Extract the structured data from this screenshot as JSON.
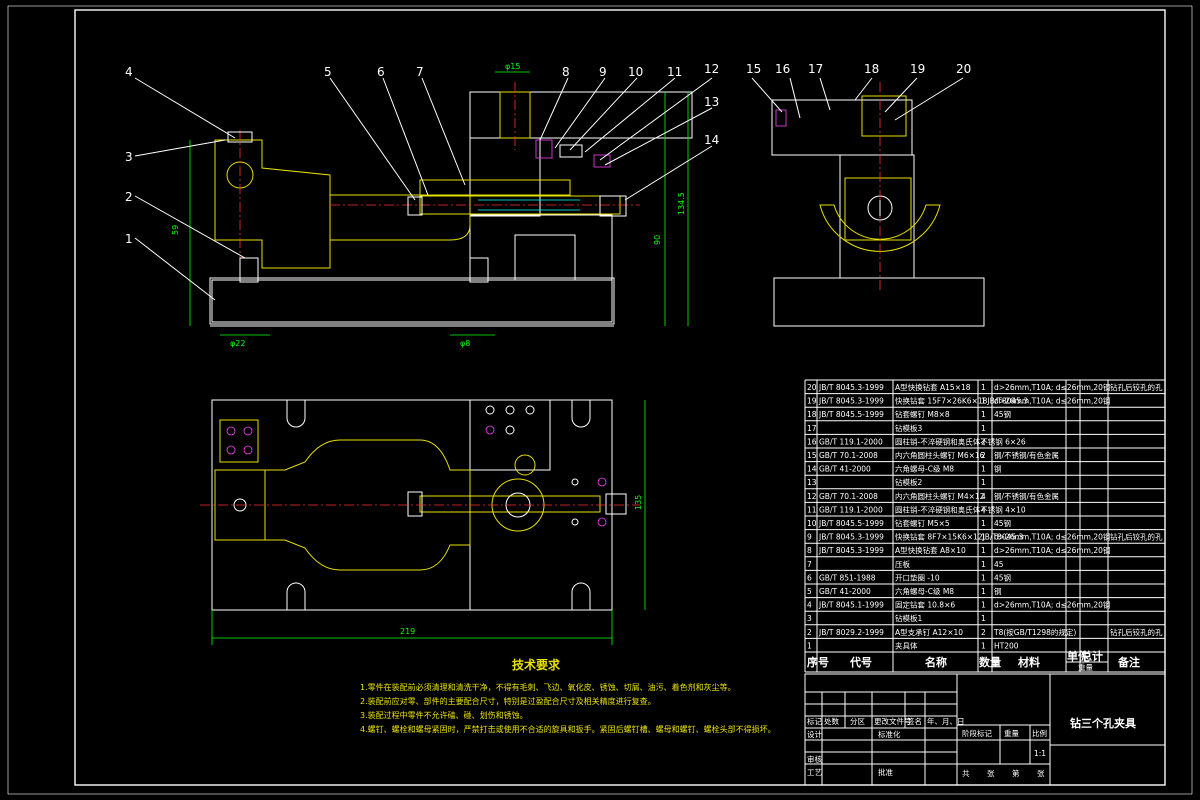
{
  "drawing": {
    "title": "钻三个孔夹具",
    "scale": "1:1",
    "frame_color": "#ffffff",
    "background": "#000000",
    "line_colors": {
      "outline": "#ffffff",
      "part": "#e8e000",
      "hatch": "#00ffff",
      "dimension": "#00ff00",
      "center": "#ff3030"
    }
  },
  "balloons_front": [
    "1",
    "2",
    "3",
    "4",
    "5",
    "6",
    "7",
    "8",
    "9",
    "10",
    "11",
    "12",
    "13",
    "14"
  ],
  "balloons_side": [
    "15",
    "16",
    "17",
    "18",
    "19",
    "20"
  ],
  "dimensions": {
    "top_width": "φ22",
    "overall_length": "219",
    "height_main": "90",
    "width_plan": "135",
    "height_side": "134.5",
    "height_left": "59",
    "d1": "φ8",
    "d2": "φ15"
  },
  "bom": {
    "headers": [
      "序号",
      "代号",
      "名称",
      "数量",
      "材料",
      "单件",
      "总计",
      "备注"
    ],
    "weight_label": "重量",
    "rows": [
      [
        "20",
        "JB/T 8045.3-1999",
        "A型快换钻套 A15×18",
        "1",
        "d>26mm,T10A; d≤26mm,20钢",
        "",
        "",
        "钻孔后铰孔的孔"
      ],
      [
        "19",
        "JB/T 8045.3-1999",
        "快换钻套 15F7×26K6×18JB/T8045.3",
        "1",
        "d>26mm,T10A; d≤26mm,20钢",
        "",
        "",
        ""
      ],
      [
        "18",
        "JB/T 8045.5-1999",
        "钻套螺钉 M8×8",
        "1",
        "45钢",
        "",
        "",
        ""
      ],
      [
        "17",
        "",
        "钻模板3",
        "1",
        "",
        "",
        "",
        ""
      ],
      [
        "16",
        "GB/T 119.1-2000",
        "圆柱销-不淬硬钢和奥氏体不锈钢 6×26",
        "2",
        "",
        "",
        "",
        ""
      ],
      [
        "15",
        "GB/T 70.1-2008",
        "内六角圆柱头螺钉 M6×16",
        "2",
        "钢/不锈钢/有色金属",
        "",
        "",
        ""
      ],
      [
        "14",
        "GB/T 41-2000",
        "六角螺母-C级 M8",
        "1",
        "钢",
        "",
        "",
        ""
      ],
      [
        "13",
        "",
        "钻模板2",
        "1",
        "",
        "",
        "",
        ""
      ],
      [
        "12",
        "GB/T 70.1-2008",
        "内六角圆柱头螺钉 M4×12",
        "4",
        "钢/不锈钢/有色金属",
        "",
        "",
        ""
      ],
      [
        "11",
        "GB/T 119.1-2000",
        "圆柱销-不淬硬钢和奥氏体不锈钢 4×10",
        "4",
        "",
        "",
        "",
        ""
      ],
      [
        "10",
        "JB/T 8045.5-1999",
        "钻套螺钉 M5×5",
        "1",
        "45钢",
        "",
        "",
        ""
      ],
      [
        "9",
        "JB/T 8045.3-1999",
        "快换钻套 8F7×15K6×12JB/T8045.3",
        "1",
        "d>26mm,T10A; d≤26mm,20钢",
        "",
        "",
        "钻孔后铰孔的孔"
      ],
      [
        "8",
        "JB/T 8045.3-1999",
        "A型快换钻套 A8×10",
        "1",
        "d>26mm,T10A; d≤26mm,20钢",
        "",
        "",
        ""
      ],
      [
        "7",
        "",
        "压板",
        "1",
        "45",
        "",
        "",
        ""
      ],
      [
        "6",
        "GB/T 851-1988",
        "开口垫圈 -10",
        "1",
        "45钢",
        "",
        "",
        ""
      ],
      [
        "5",
        "GB/T 41-2000",
        "六角螺母-C级 M8",
        "1",
        "钢",
        "",
        "",
        ""
      ],
      [
        "4",
        "JB/T 8045.1-1999",
        "固定钻套 10.8×6",
        "1",
        "d>26mm,T10A; d≤26mm,20钢",
        "",
        "",
        ""
      ],
      [
        "3",
        "",
        "钻模板1",
        "1",
        "",
        "",
        "",
        ""
      ],
      [
        "2",
        "JB/T 8029.2-1999",
        "A型支承钉 A12×10",
        "2",
        "T8(按GB/T1298的规定)",
        "",
        "",
        "钻孔后铰孔的孔"
      ],
      [
        "1",
        "",
        "夹具体",
        "1",
        "HT200",
        "",
        "",
        ""
      ]
    ]
  },
  "title_block": {
    "rev_headers": [
      "标记",
      "处数",
      "分区",
      "更改文件号",
      "签名",
      "年、月、日"
    ],
    "roles": [
      "设计",
      "标准化",
      "审核",
      "工艺",
      "批准"
    ],
    "stage_label": "阶段标记",
    "weight_label": "重量",
    "scale_label": "比例",
    "sheet_labels": [
      "共",
      "张",
      "第",
      "张"
    ]
  },
  "tech": {
    "heading": "技术要求",
    "items": [
      "1.零件在装配前必须清理和清洗干净，不得有毛刺、飞边、氧化皮、锈蚀、切屑、油污、着色剂和灰尘等。",
      "2.装配前应对零、部件的主要配合尺寸，特别是过盈配合尺寸及相关精度进行复查。",
      "3.装配过程中零件不允许磕、碰、划伤和锈蚀。",
      "4.螺钉、螺栓和螺母紧固时，严禁打击或使用不合适的旋具和扳手。紧固后螺钉槽、螺母和螺钉、螺栓头部不得损坏。"
    ]
  }
}
